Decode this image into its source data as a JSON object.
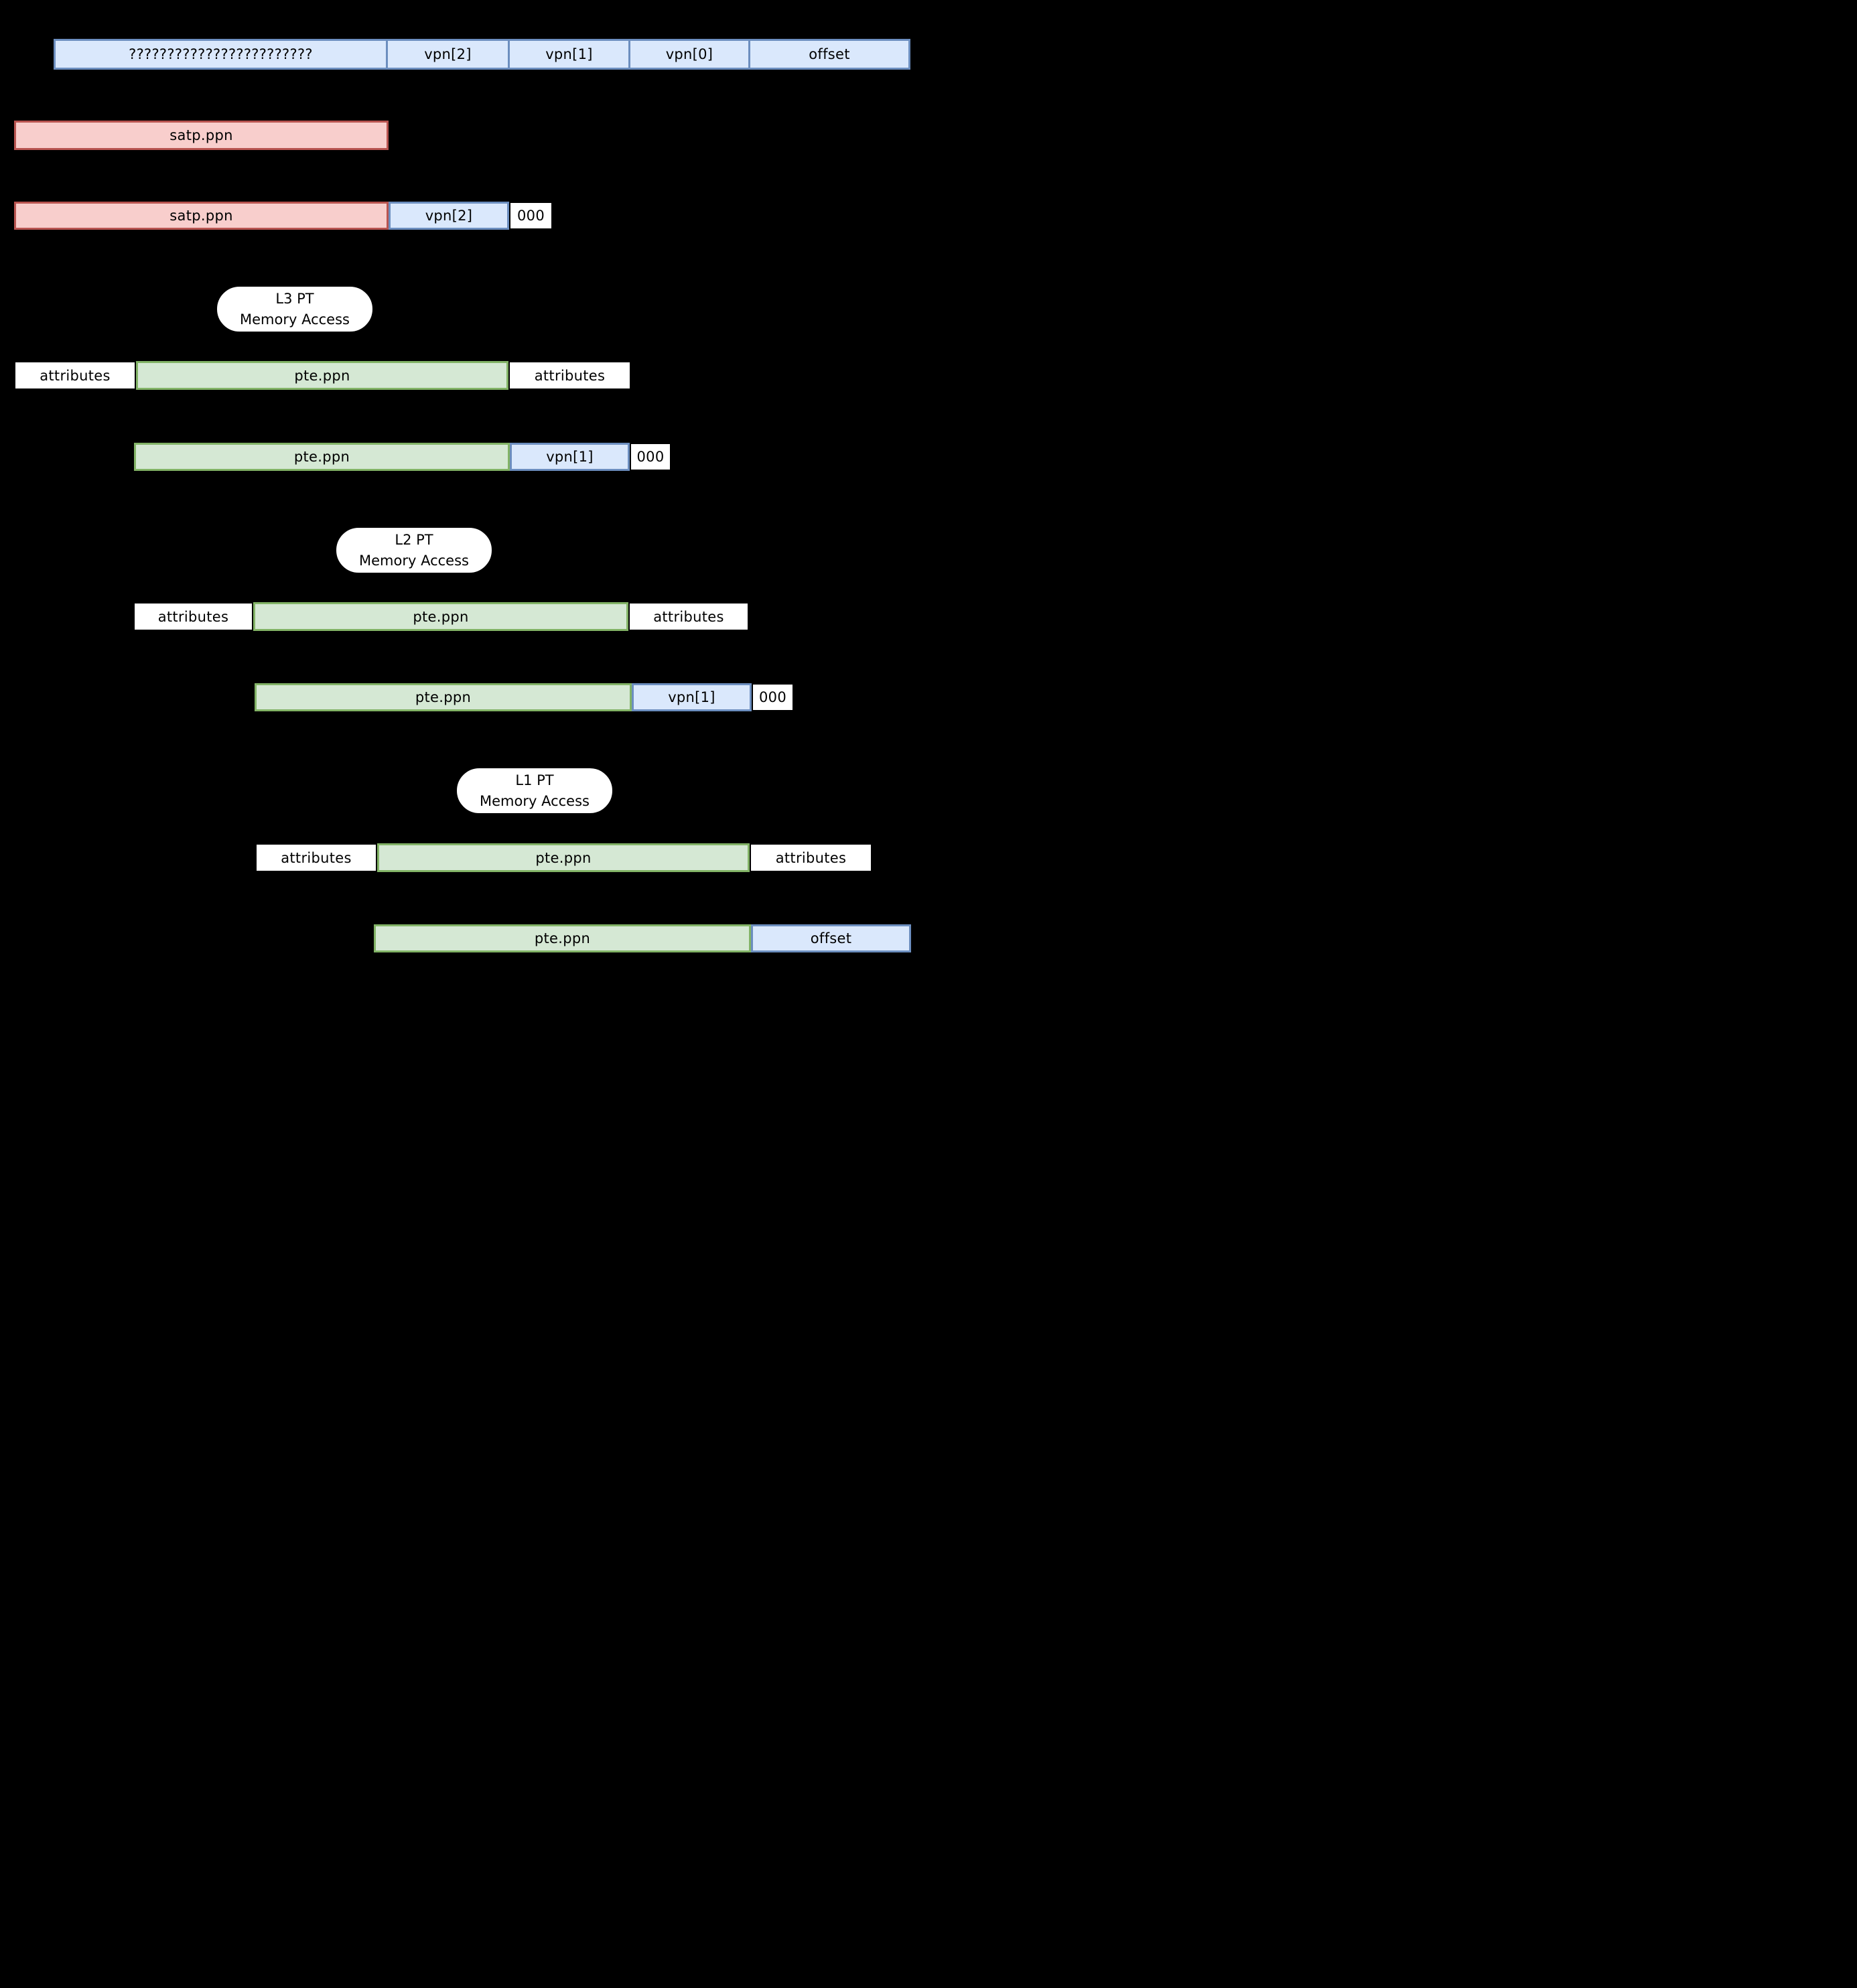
{
  "colors": {
    "background": "#000000",
    "blue_fill": "#dae8fc",
    "blue_border": "#6c8ebf",
    "pink_fill": "#f8cecc",
    "pink_border": "#b85450",
    "green_fill": "#d5e8d4",
    "green_border": "#82b366",
    "white_fill": "#ffffff",
    "text": "#000000"
  },
  "virtual_address": {
    "unknown_bits": "????????????????????????",
    "vpn2": "vpn[2]",
    "vpn1": "vpn[1]",
    "vpn0": "vpn[0]",
    "offset": "offset"
  },
  "satp_box": {
    "label": "satp.ppn"
  },
  "l3_address": {
    "base": "satp.ppn",
    "index": "vpn[2]",
    "shift": "000"
  },
  "l3_access": {
    "line1": "L3 PT",
    "line2": "Memory Access"
  },
  "l3_pte": {
    "attributes_left": "attributes",
    "ppn": "pte.ppn",
    "attributes_right": "attributes"
  },
  "l2_address": {
    "base": "pte.ppn",
    "index": "vpn[1]",
    "shift": "000"
  },
  "l2_access": {
    "line1": "L2 PT",
    "line2": "Memory Access"
  },
  "l2_pte": {
    "attributes_left": "attributes",
    "ppn": "pte.ppn",
    "attributes_right": "attributes"
  },
  "l1_address": {
    "base": "pte.ppn",
    "index": "vpn[1]",
    "shift": "000"
  },
  "l1_access": {
    "line1": "L1 PT",
    "line2": "Memory Access"
  },
  "l1_pte": {
    "attributes_left": "attributes",
    "ppn": "pte.ppn",
    "attributes_right": "attributes"
  },
  "physical_address": {
    "ppn": "pte.ppn",
    "offset": "offset"
  }
}
